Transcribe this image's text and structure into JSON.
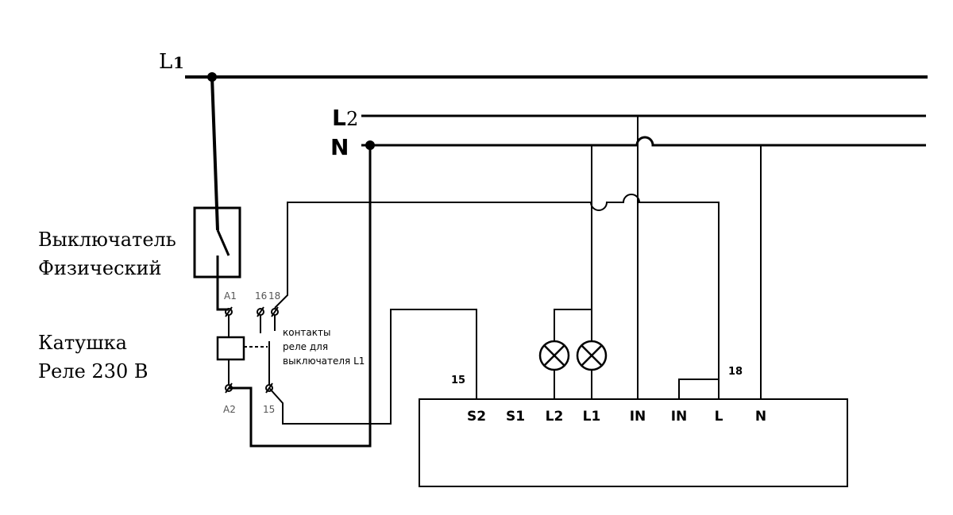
{
  "lines": {
    "l1": "L",
    "l1_sub": "1",
    "l2": "L",
    "l2_sub": "2",
    "n": "N"
  },
  "labels": {
    "switch_line1": "Выключатель",
    "switch_line2": "Физический",
    "coil_line1": "Катушка",
    "coil_line2": "Реле 230 В",
    "contacts_line1": "контакты",
    "contacts_line2": "реле для",
    "contacts_line3": "выключателя L1"
  },
  "relay_terminals": {
    "a1": "A1",
    "a2": "A2",
    "c16": "16",
    "c18": "18",
    "c15": "15"
  },
  "annotations": {
    "num15": "15",
    "num18": "18"
  },
  "module_terminals": [
    "S2",
    "S1",
    "L2",
    "L1",
    "IN",
    "IN",
    "L",
    "N"
  ]
}
